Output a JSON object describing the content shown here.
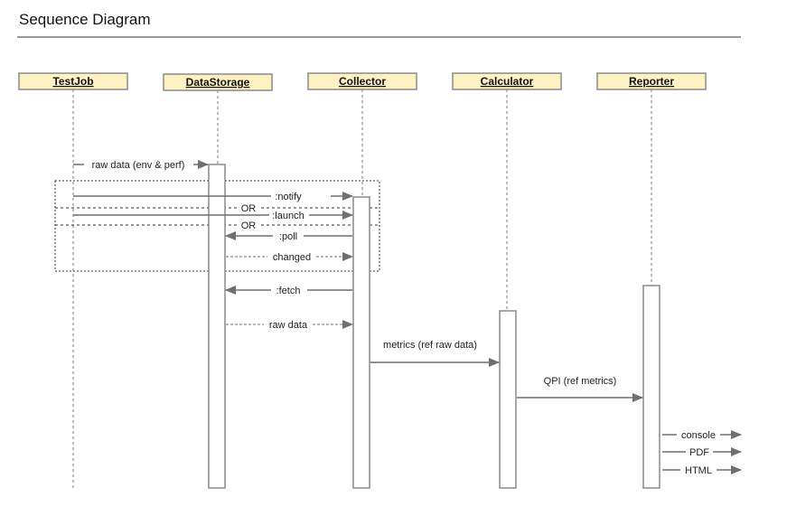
{
  "title": "Sequence Diagram",
  "colors": {
    "participant_fill": "#fff2c2",
    "participant_border": "#8a8a8a",
    "line": "#666666",
    "arrow": "#6f6f6f"
  },
  "participants": [
    "TestJob",
    "DataStorage",
    "Collector",
    "Calculator",
    "Reporter"
  ],
  "fragment": {
    "separators": [
      "OR",
      "OR"
    ]
  },
  "messages": [
    {
      "from": "TestJob",
      "to": "DataStorage",
      "label": "raw data (env & perf)",
      "style": "solid"
    },
    {
      "from": "TestJob",
      "to": "Collector",
      "label": ":notify",
      "style": "solid"
    },
    {
      "from": "TestJob",
      "to": "Collector",
      "label": ":launch",
      "style": "solid"
    },
    {
      "from": "Collector",
      "to": "DataStorage",
      "label": ":poll",
      "style": "solid"
    },
    {
      "from": "DataStorage",
      "to": "Collector",
      "label": "changed",
      "style": "dashed"
    },
    {
      "from": "Collector",
      "to": "DataStorage",
      "label": ":fetch",
      "style": "solid"
    },
    {
      "from": "DataStorage",
      "to": "Collector",
      "label": "raw data",
      "style": "dashed"
    },
    {
      "from": "Collector",
      "to": "Calculator",
      "label": "metrics (ref raw data)",
      "style": "solid"
    },
    {
      "from": "Calculator",
      "to": "Reporter",
      "label": "QPI (ref metrics)",
      "style": "solid"
    },
    {
      "from": "Reporter",
      "to": "out",
      "label": "console",
      "style": "solid"
    },
    {
      "from": "Reporter",
      "to": "out",
      "label": "PDF",
      "style": "solid"
    },
    {
      "from": "Reporter",
      "to": "out",
      "label": "HTML",
      "style": "solid"
    }
  ]
}
